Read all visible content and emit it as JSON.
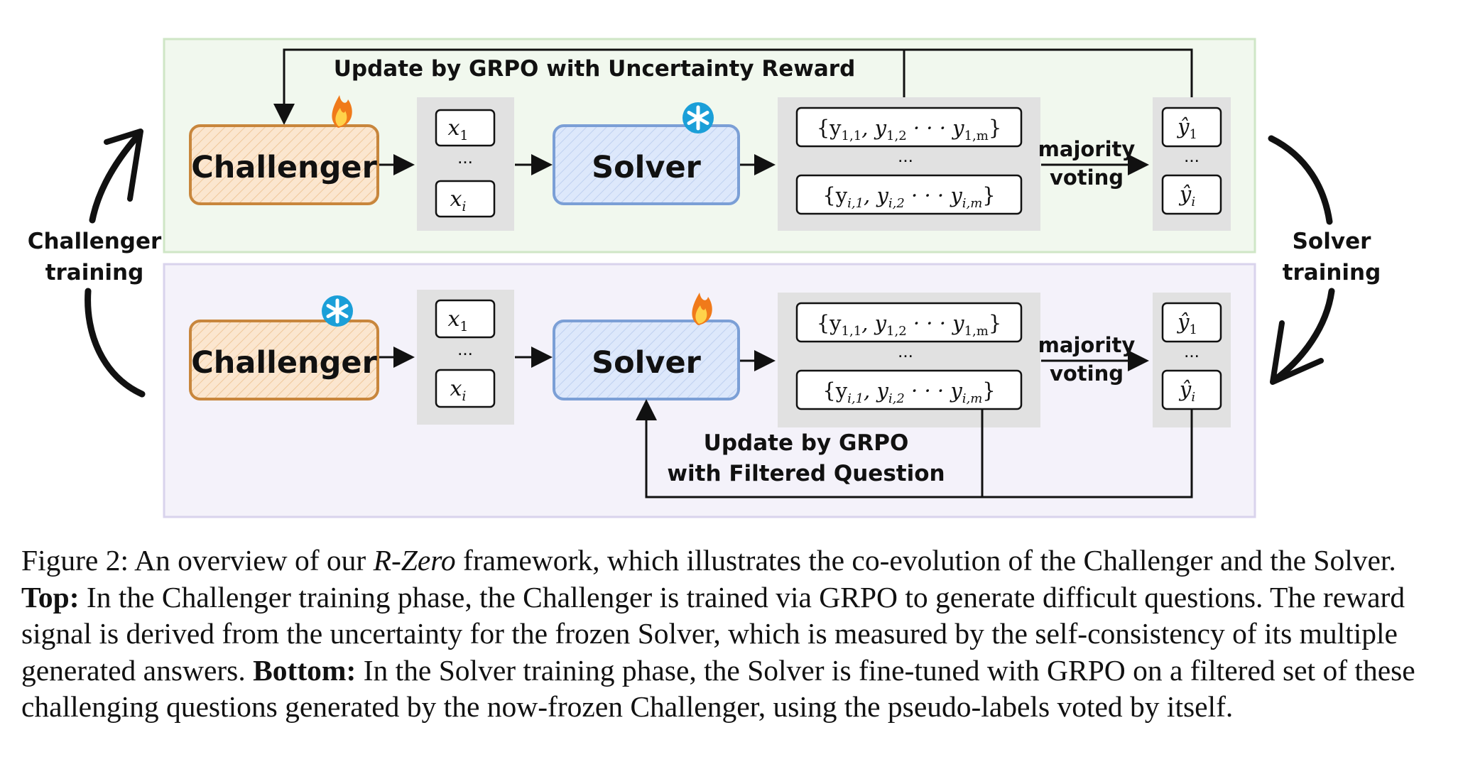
{
  "diagram": {
    "top_update_label": "Update by GRPO with Uncertainty Reward",
    "bottom_update_label_line1": "Update by GRPO",
    "bottom_update_label_line2": "with Filtered Question",
    "challenger_label": "Challenger",
    "solver_label": "Solver",
    "majority_line1": "majority",
    "majority_line2": "voting",
    "left_side_line1": "Challenger",
    "left_side_line2": "training",
    "right_side_line1": "Solver",
    "right_side_line2": "training",
    "ellipsis": "...",
    "x_first": "x",
    "x_first_sub": "1",
    "x_last": "x",
    "x_last_sub": "i",
    "y_first": "ŷ",
    "y_first_sub": "1",
    "y_last": "ŷ",
    "y_last_sub": "i",
    "set_first_open": "{y",
    "set_first_sub1": "1,1",
    "set_first_mid": ", y",
    "set_first_sub2": "1,2",
    "set_first_dots": " · · · y",
    "set_first_sub3": "1,m",
    "set_first_close": "}",
    "set_last_open": "{y",
    "set_last_sub1": "i,1",
    "set_last_mid": ", y",
    "set_last_sub2": "i,2",
    "set_last_dots": " · · · y",
    "set_last_sub3": "i,m",
    "set_last_close": "}",
    "colors": {
      "top_panel_bg": "#f1f8ee",
      "top_panel_border": "#cfe6c6",
      "bottom_panel_bg": "#f4f2fa",
      "bottom_panel_border": "#d9d3ec",
      "challenger_fill": "#fbe6cf",
      "challenger_border": "#c8863c",
      "solver_fill": "#dde8fb",
      "solver_border": "#7b9fd6",
      "gray_box": "#e1e1e1"
    }
  },
  "caption": {
    "p1": "Figure 2: An overview of our ",
    "r_zero": "R-Zero",
    "p2": " framework, which illustrates the co-evolution of the Challenger and the Solver. ",
    "top_bold": "Top:",
    "p3": " In the Challenger training phase, the Challenger is trained via GRPO to generate difficult questions. The reward signal is derived from the uncertainty for the frozen Solver, which is measured by the self-consistency of its multiple generated answers. ",
    "bottom_bold": "Bottom:",
    "p4": " In the Solver training phase, the Solver is fine-tuned with GRPO on a filtered set of these challenging questions generated by the now-frozen Challenger, using the pseudo-labels voted by itself."
  }
}
